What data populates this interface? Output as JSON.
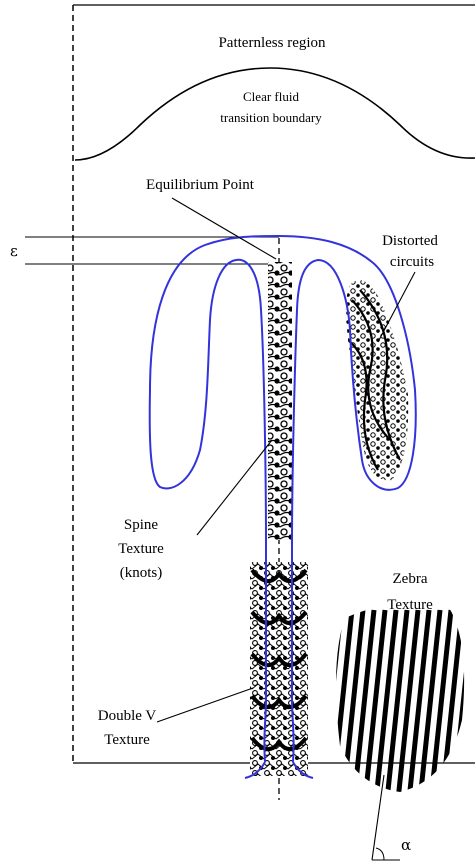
{
  "labels": {
    "patternless_region": "Patternless region",
    "clear_fluid_line1": "Clear fluid",
    "clear_fluid_line2": "transition boundary",
    "equilibrium_point": "Equilibrium Point",
    "epsilon": "ε",
    "distorted_line1": "Distorted",
    "distorted_line2": "circuits",
    "spine_line1": "Spine",
    "spine_line2": "Texture",
    "spine_line3": "(knots)",
    "zebra_line1": "Zebra",
    "zebra_line2": "Texture",
    "double_v_line1": "Double V",
    "double_v_line2": "Texture",
    "alpha": "α"
  },
  "colors": {
    "boundary_outline": "#3333dd",
    "ink": "#000000"
  }
}
